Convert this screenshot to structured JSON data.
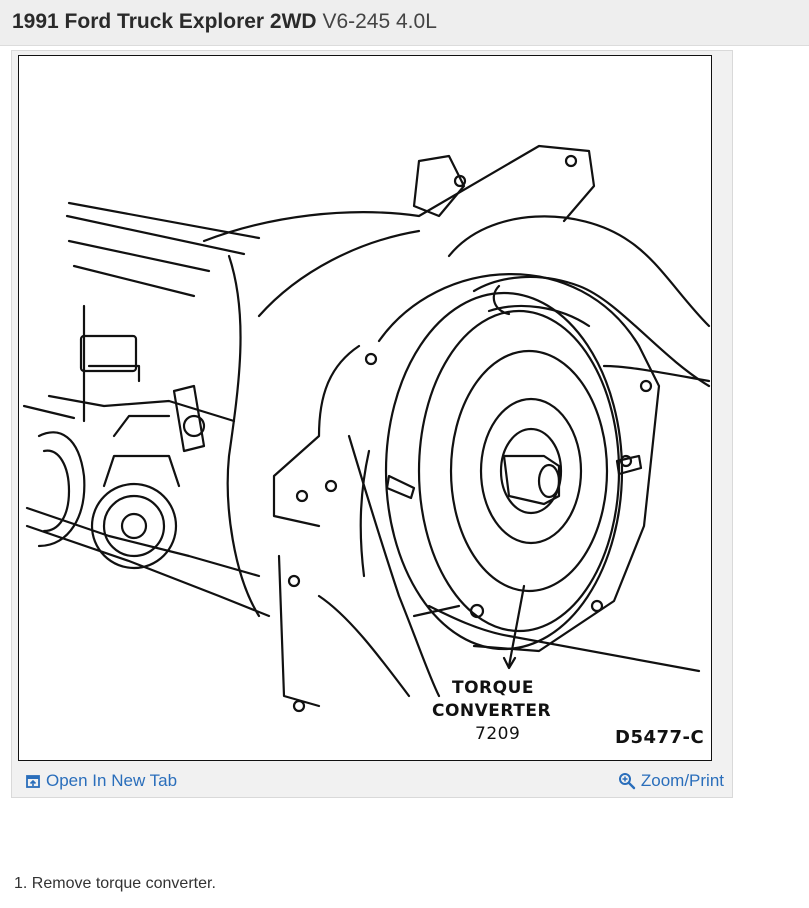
{
  "header": {
    "title_bold": "1991 Ford Truck Explorer 2WD",
    "title_light": "V6-245 4.0L"
  },
  "figure": {
    "labels": {
      "torque": "TORQUE",
      "converter": "CONVERTER",
      "part_number": "7209",
      "figure_id": "D5477-C"
    }
  },
  "footer": {
    "open_tab_label": "Open In New Tab",
    "open_tab_icon": "external-tab-icon",
    "zoom_label": "Zoom/Print",
    "zoom_icon": "magnifier-icon",
    "link_color": "#2a6ebb"
  },
  "steps": [
    "1. Remove torque converter."
  ]
}
